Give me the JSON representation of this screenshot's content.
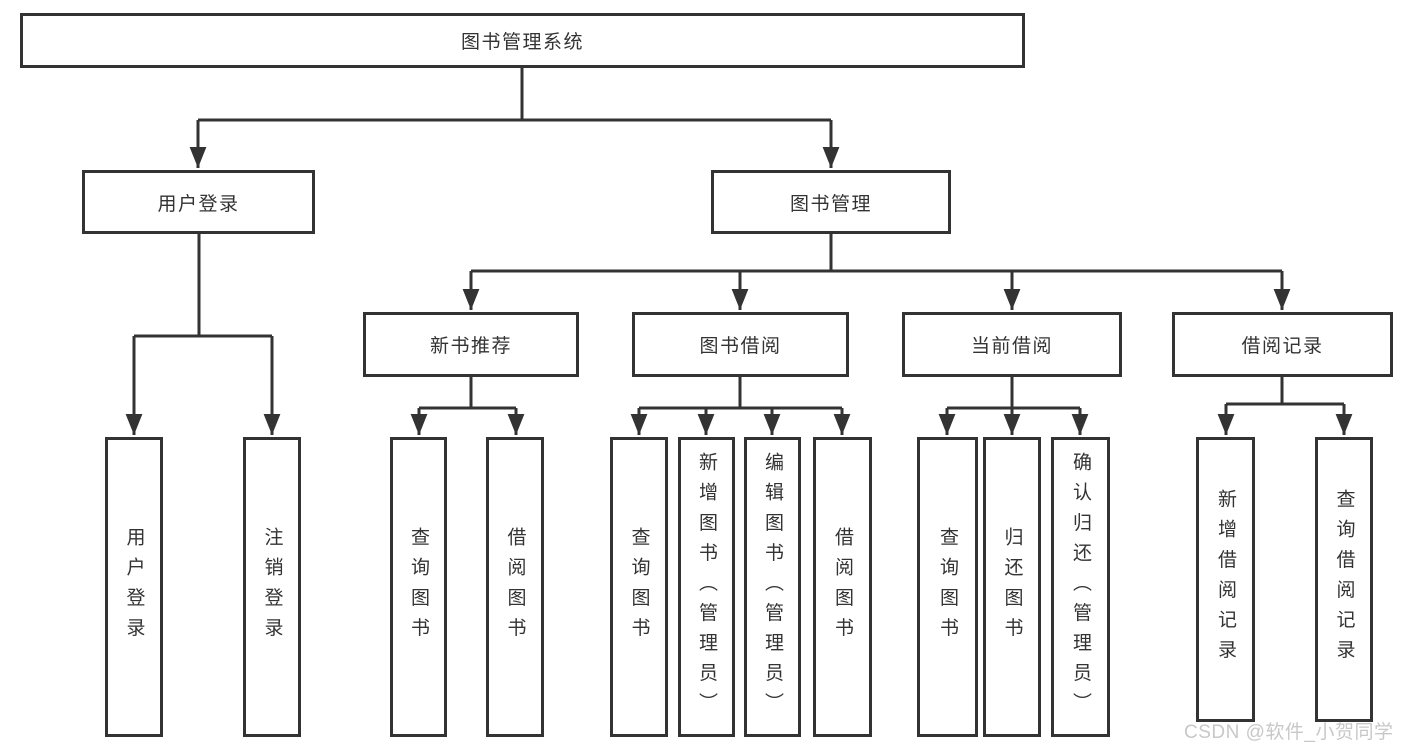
{
  "diagram": {
    "title_node": "图书管理系统",
    "level2": {
      "user_login": "用户登录",
      "book_mgmt": "图书管理"
    },
    "level3": {
      "new_book_rec": "新书推荐",
      "book_borrow": "图书借阅",
      "current_borrow": "当前借阅",
      "borrow_records": "借阅记录"
    },
    "leaves": [
      {
        "id": "user-login",
        "label": "用户登录"
      },
      {
        "id": "logout",
        "label": "注销登录"
      },
      {
        "id": "search-books-1",
        "label": "查询图书"
      },
      {
        "id": "borrow-books-1",
        "label": "借阅图书"
      },
      {
        "id": "search-books-2",
        "label": "查询图书"
      },
      {
        "id": "add-books-admin",
        "label": "新增图书（管理员）"
      },
      {
        "id": "edit-books-admin",
        "label": "编辑图书（管理员）"
      },
      {
        "id": "borrow-books-2",
        "label": "借阅图书"
      },
      {
        "id": "search-books-3",
        "label": "查询图书"
      },
      {
        "id": "return-books",
        "label": "归还图书"
      },
      {
        "id": "confirm-return-admin",
        "label": "确认归还（管理员）"
      },
      {
        "id": "add-borrow-record",
        "label": "新增借阅记录"
      },
      {
        "id": "search-borrow-record",
        "label": "查询借阅记录"
      }
    ]
  },
  "watermark": "CSDN @软件_小贺同学",
  "colors": {
    "line": "#333333",
    "text": "#333333",
    "watermark_gray": "#c8c8c8",
    "background": "#ffffff"
  }
}
